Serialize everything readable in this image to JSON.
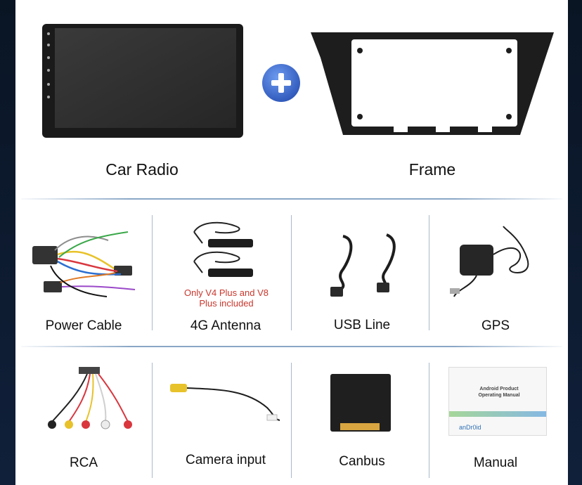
{
  "top": {
    "radio_label": "Car Radio",
    "frame_label": "Frame"
  },
  "row1": [
    {
      "label": "Power Cable"
    },
    {
      "label": "4G Antenna",
      "note": "Only V4 Plus and V8 Plus included"
    },
    {
      "label": "USB Line"
    },
    {
      "label": "GPS"
    }
  ],
  "row2": [
    {
      "label": "RCA"
    },
    {
      "label": "Camera input"
    },
    {
      "label": "Canbus"
    },
    {
      "label": "Manual",
      "manual_title": "Android Product Operating Manual",
      "manual_logo_text": "anDr0id"
    }
  ],
  "icons": [
    "plus-icon"
  ],
  "colors": {
    "accent_blue": "#3f6fd1",
    "note_red": "#c8372d",
    "divider": "#8aa7c6"
  }
}
